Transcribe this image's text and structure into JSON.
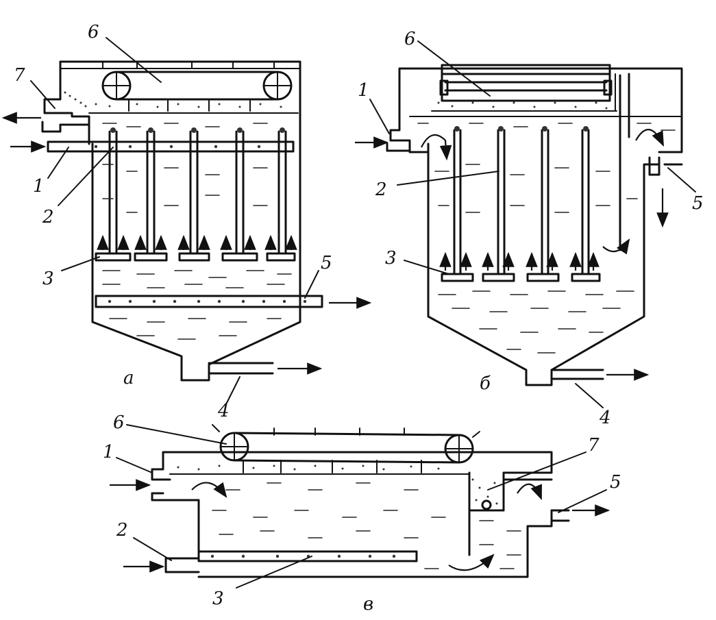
{
  "panels": [
    {
      "id": "a",
      "label": "а",
      "callouts": [
        "6",
        "7",
        "1",
        "2",
        "3",
        "5",
        "4"
      ]
    },
    {
      "id": "b",
      "label": "б",
      "callouts": [
        "6",
        "1",
        "2",
        "3",
        "5",
        "4"
      ]
    },
    {
      "id": "v",
      "label": "в",
      "callouts": [
        "6",
        "1",
        "7",
        "5",
        "2",
        "3"
      ]
    }
  ],
  "colors": {
    "ink": "#111111",
    "paper": "#ffffff"
  }
}
